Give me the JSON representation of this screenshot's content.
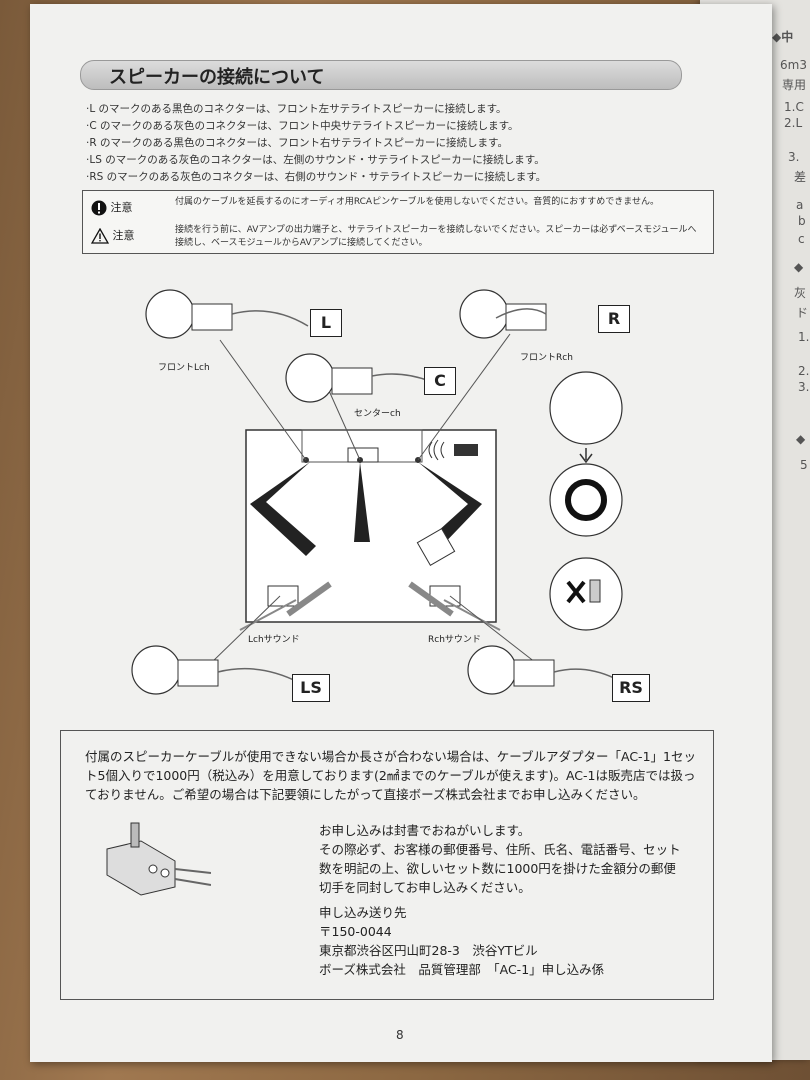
{
  "title": "スピーカーの接続について",
  "bullets": [
    "·L のマークのある黒色のコネクターは、フロント左サテライトスピーカーに接続します。",
    "·C のマークのある灰色のコネクターは、フロント中央サテライトスピーカーに接続します。",
    "·R のマークのある黒色のコネクターは、フロント右サテライトスピーカーに接続します。",
    "·LS のマークのある灰色のコネクターは、左側のサウンド・サテライトスピーカーに接続します。",
    "·RS のマークのある灰色のコネクターは、右側のサウンド・サテライトスピーカーに接続します。"
  ],
  "cautions": [
    {
      "label": "注意",
      "text": "付属のケーブルを延長するのにオーディオ用RCAピンケーブルを使用しないでください。音質的におすすめできません。"
    },
    {
      "label": "注意",
      "text": "接続を行う前に、AVアンプの出力端子と、サテライトスピーカーを接続しないでください。スピーカーは必ずベースモジュールへ接続し、ベースモジュールからAVアンプに接続してください。"
    }
  ],
  "diagram": {
    "tags": [
      "L",
      "C",
      "R",
      "LS",
      "RS"
    ],
    "labels": {
      "front_l": "フロントLch",
      "front_r": "フロントRch",
      "center": "センターch",
      "surround_l": "Lchサウンド",
      "surround_r": "Rchサウンド"
    }
  },
  "info": {
    "main": "付属のスピーカーケーブルが使用できない場合か長さが合わない場合は、ケーブルアダプター「AC-1」1セット5個入りで1000円（税込み）を用意しております(2㎟までのケーブルが使えます)。AC-1は販売店では扱っておりません。ご希望の場合は下記要領にしたがって直接ボーズ株式会社までお申し込みください。",
    "order_lines": [
      "お申し込みは封書でおねがいします。",
      "その際必ず、お客様の郵便番号、住所、氏名、電話番号、セット",
      "数を明記の上、欲しいセット数に1000円を掛けた金額分の郵便",
      "切手を同封してお申し込みください。"
    ],
    "address_lines": [
      "申し込み送り先",
      "〒150-0044",
      "東京都渋谷区円山町28-3　渋谷YTビル",
      "ボーズ株式会社　品質管理部　「AC-1」申し込み係"
    ]
  },
  "page_number": "8"
}
